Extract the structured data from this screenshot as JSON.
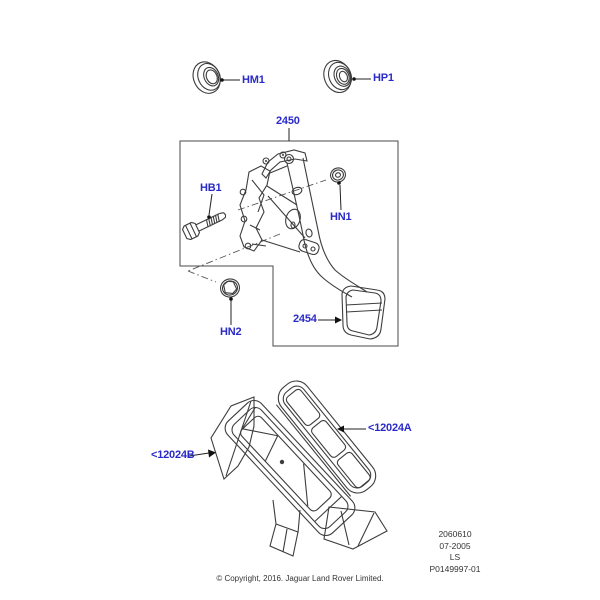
{
  "colors": {
    "background": "#ffffff",
    "callout_blue": "#2a2ac8",
    "line_art": "#3d3d3d"
  },
  "callouts": {
    "hm1": "HM1",
    "hp1": "HP1",
    "assembly": "2450",
    "hb1": "HB1",
    "hn1": "HN1",
    "hn2": "HN2",
    "pedal_pad": "2454",
    "footrest_trim": "<12024A",
    "footrest": "<12024B"
  },
  "stamp": {
    "part_number": "2060610",
    "date": "07-2005",
    "model": "LS",
    "drawing_number": "P0149997-01"
  },
  "footer": {
    "copyright": "© Copyright, 2016. Jaguar Land Rover Limited."
  }
}
